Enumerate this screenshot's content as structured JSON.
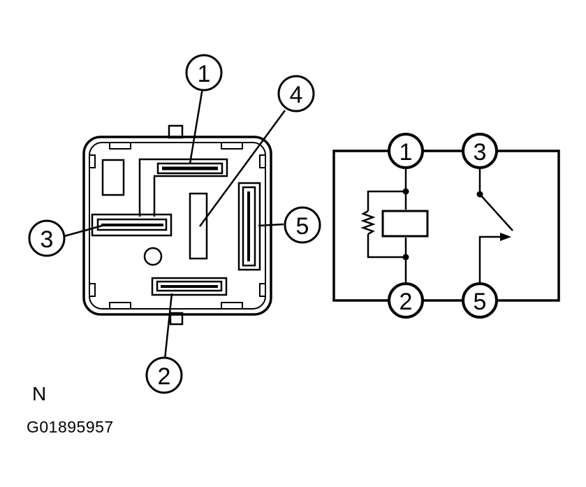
{
  "view_letter": "N",
  "figure_id": "G01895957",
  "pins": {
    "p1": "1",
    "p2": "2",
    "p3": "3",
    "p4": "4",
    "p5": "5"
  },
  "colors": {
    "line": "#000000",
    "background": "#ffffff"
  }
}
